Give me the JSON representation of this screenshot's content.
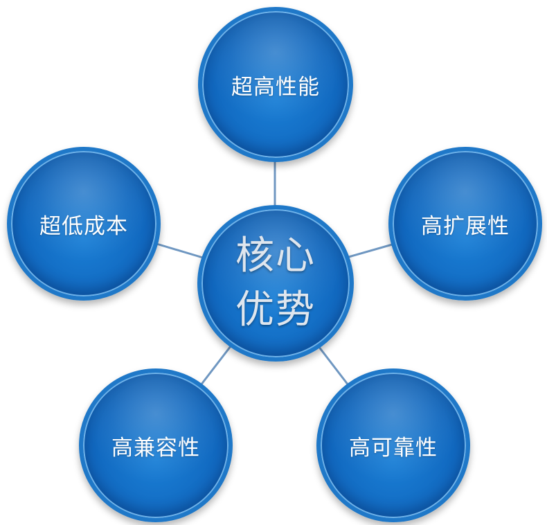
{
  "center": {
    "label": "核心\n优势"
  },
  "nodes": [
    {
      "id": "top",
      "label": "超高性能"
    },
    {
      "id": "right",
      "label": "高扩展性"
    },
    {
      "id": "bottom-right",
      "label": "高可靠性"
    },
    {
      "id": "bottom-left",
      "label": "高兼容性"
    },
    {
      "id": "left",
      "label": "超低成本"
    }
  ],
  "colors": {
    "node_fill": "#1168bf",
    "node_border": "#1f78c8",
    "connector": "#6f97c1",
    "text": "#ffffff",
    "center_text": "#dfe6ee"
  }
}
